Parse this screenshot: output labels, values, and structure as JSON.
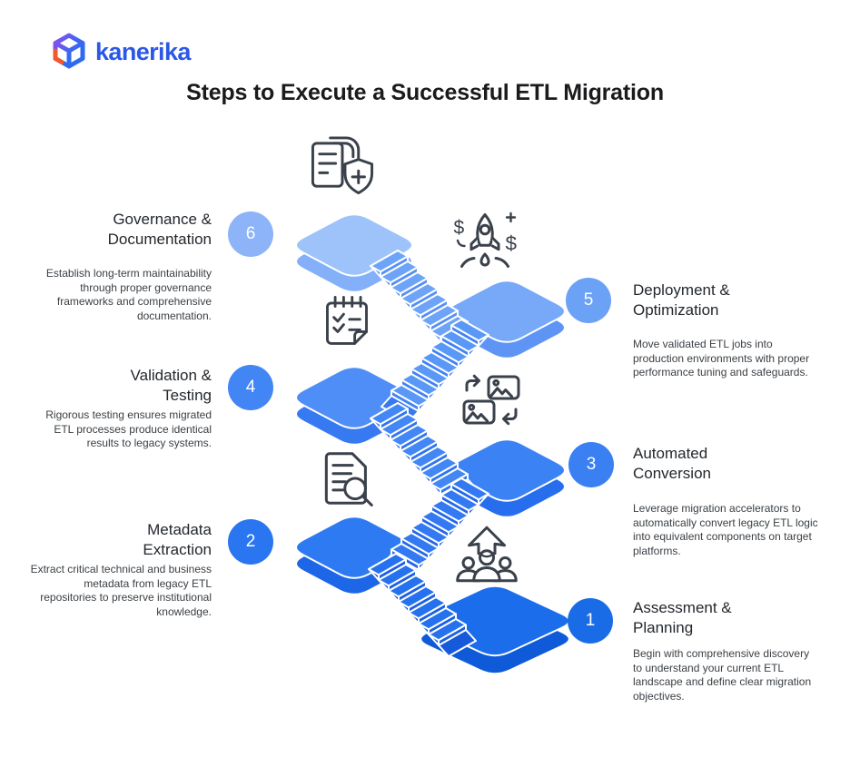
{
  "brand": {
    "name": "kanerika"
  },
  "title": "Steps to Execute a Successful ETL Migration",
  "colors": {
    "brand_blue": "#2b57e8",
    "logo_accent_orange": "#f4572e",
    "title_text": "#191b1d",
    "body_text": "#3b4045"
  },
  "steps": [
    {
      "number": "1",
      "title": "Assessment &\nPlanning",
      "description": "Begin with comprehensive discovery to understand your current ETL landscape and define clear migration objectives.",
      "side": "right",
      "circle_color": "#1a6ce6",
      "icon": "team-growth-icon"
    },
    {
      "number": "2",
      "title": "Metadata\nExtraction",
      "description": "Extract critical technical and business metadata from legacy ETL repositories to preserve institutional knowledge.",
      "side": "left",
      "circle_color": "#2a76f1",
      "icon": "document-search-icon"
    },
    {
      "number": "3",
      "title": "Automated\nConversion",
      "description": "Leverage migration accelerators to automatically convert legacy ETL logic into equivalent components on target platforms.",
      "side": "right",
      "circle_color": "#3a80f3",
      "icon": "image-conversion-icon"
    },
    {
      "number": "4",
      "title": "Validation &\nTesting",
      "description": "Rigorous testing ensures migrated ETL processes produce identical results to legacy systems.",
      "side": "left",
      "circle_color": "#4285f4",
      "icon": "checklist-icon"
    },
    {
      "number": "5",
      "title": "Deployment &\nOptimization",
      "description": "Move validated ETL jobs into production environments with proper performance tuning and safeguards.",
      "side": "right",
      "circle_color": "#6ca2f6",
      "icon": "rocket-launch-icon"
    },
    {
      "number": "6",
      "title": "Governance &\nDocumentation",
      "description": "Establish long-term maintainability through proper governance frameworks and comprehensive documentation.",
      "side": "left",
      "circle_color": "#8db4f8",
      "icon": "document-shield-icon"
    }
  ],
  "staircase": {
    "platforms": [
      {
        "step": "1",
        "top": "#1c6deb",
        "side": "#0f5ad9"
      },
      {
        "step": "2",
        "top": "#2e7af2",
        "side": "#1d66e8"
      },
      {
        "step": "3",
        "top": "#3b82f4",
        "side": "#266eee"
      },
      {
        "step": "4",
        "top": "#4f8ef6",
        "side": "#3679f1"
      },
      {
        "step": "5",
        "top": "#78a9f8",
        "side": "#5e95f5"
      },
      {
        "step": "6",
        "top": "#9ec3fa",
        "side": "#83b0f8"
      }
    ],
    "flights": [
      {
        "from": "2",
        "to": "1",
        "tread": "#2671ee",
        "riser": "#1a60e2",
        "body": "#1659da"
      },
      {
        "from": "3",
        "to": "2",
        "tread": "#3379f2",
        "riser": "#2468e9",
        "body": "#1d61e3"
      },
      {
        "from": "4",
        "to": "3",
        "tread": "#4287f4",
        "riser": "#2f74f0",
        "body": "#296eec"
      },
      {
        "from": "5",
        "to": "4",
        "tread": "#5998f6",
        "riser": "#4183f3",
        "body": "#3779f0"
      },
      {
        "from": "6",
        "to": "5",
        "tread": "#6ea4f7",
        "riser": "#5590f5",
        "body": "#4b88f3"
      }
    ]
  }
}
